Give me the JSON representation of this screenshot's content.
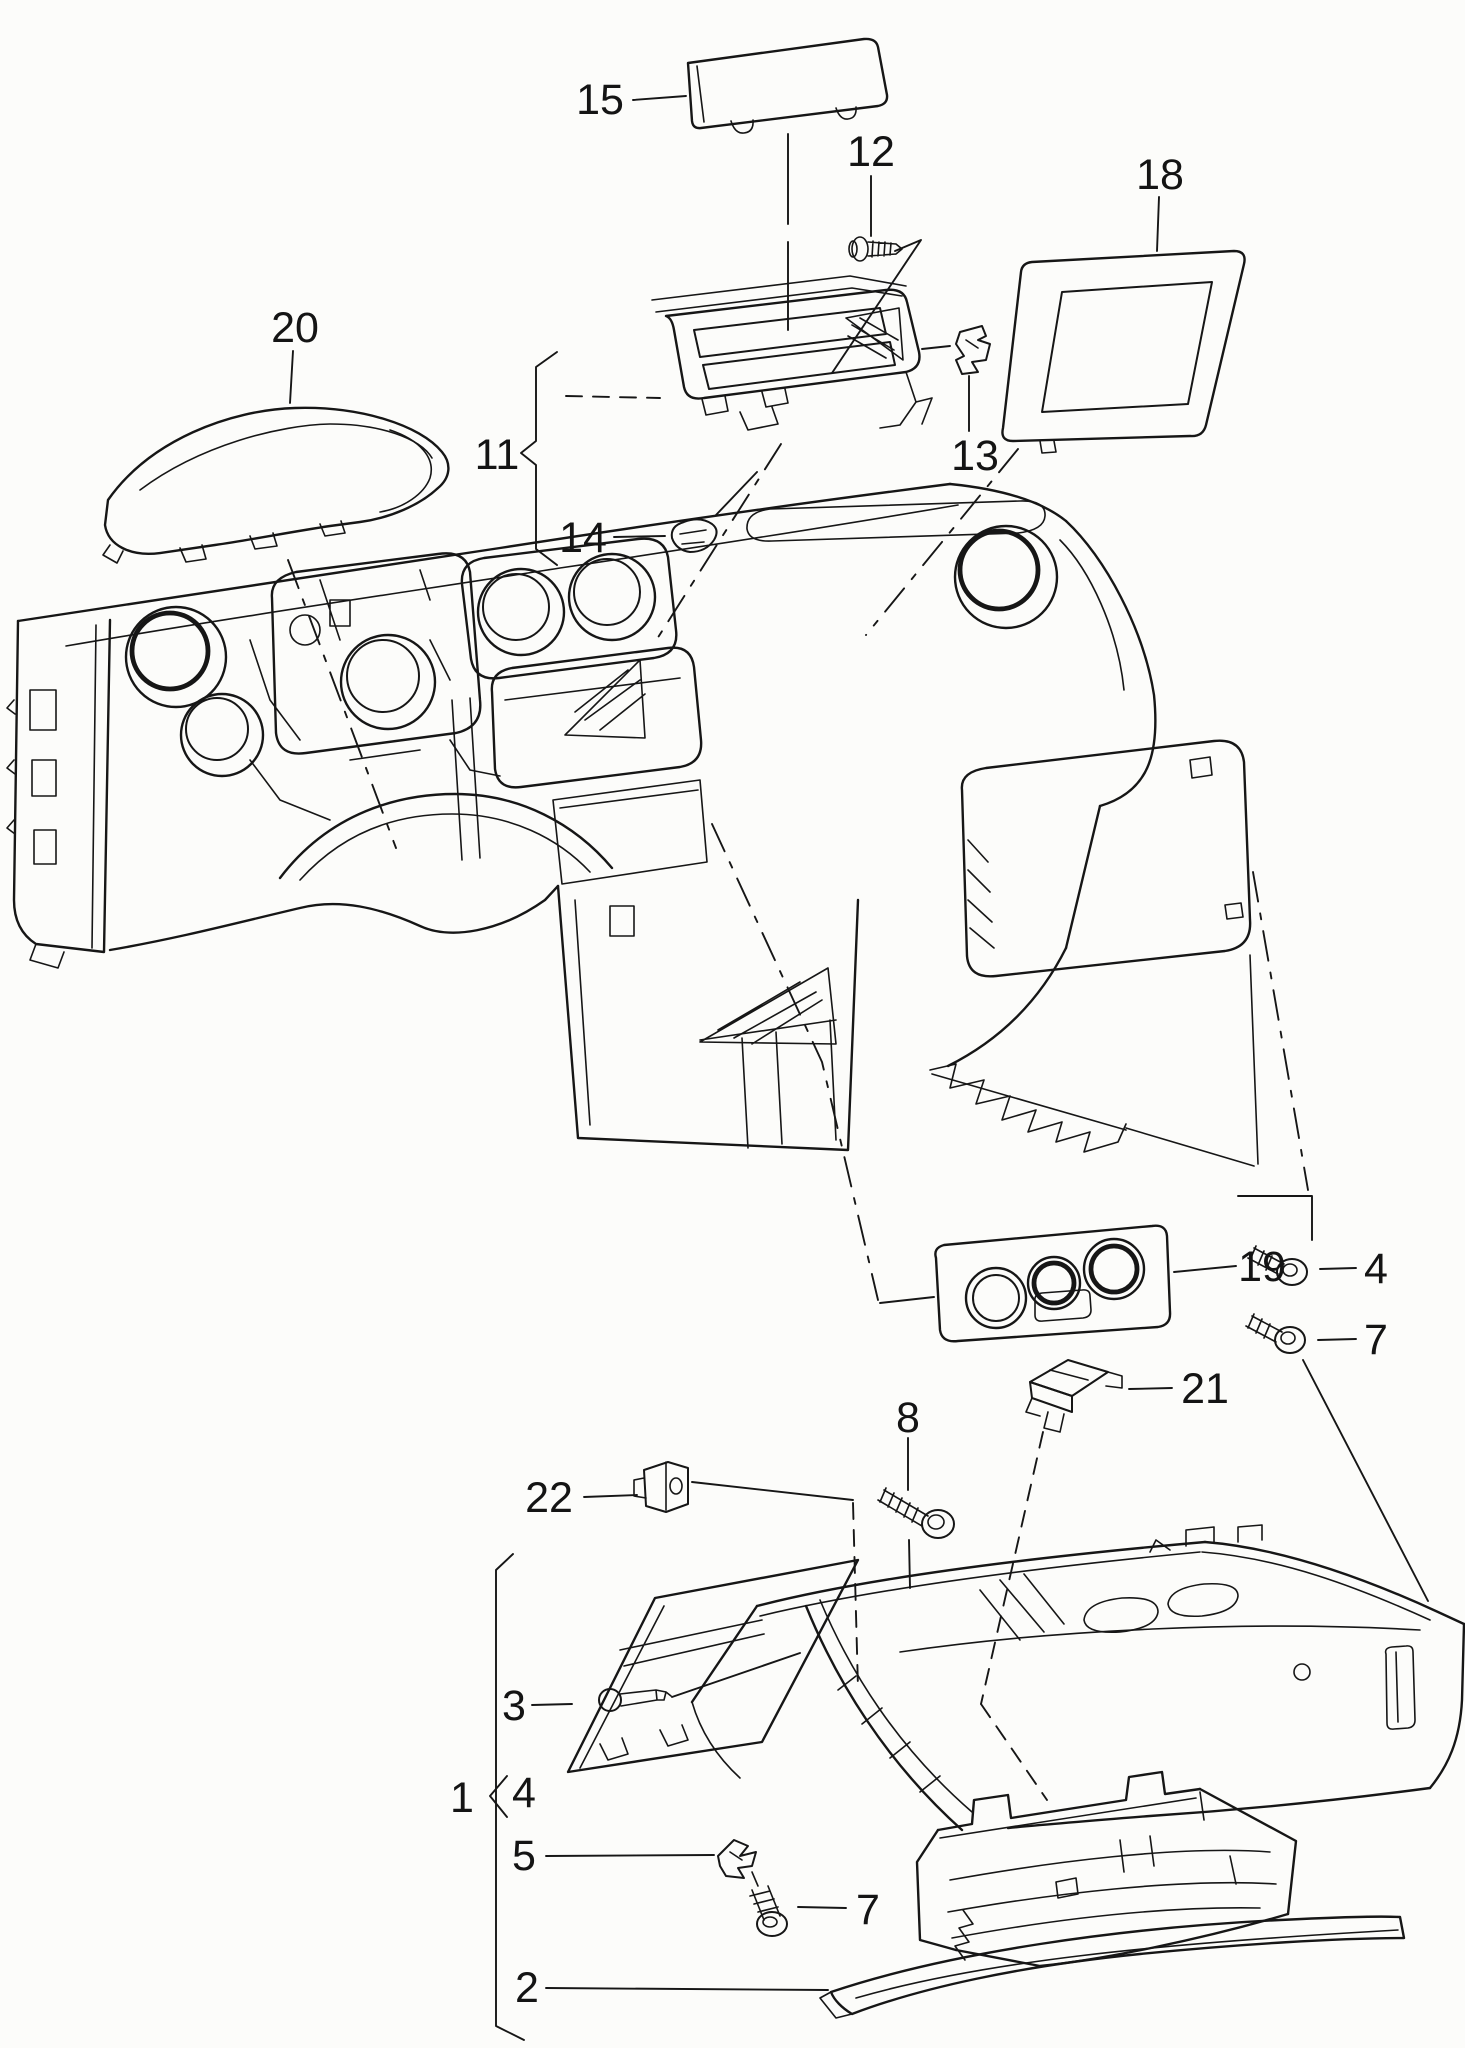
{
  "diagram": {
    "kind": "exploded parts line drawing",
    "background": "#fcfcfa",
    "line_color": "#161616",
    "callouts": [
      {
        "label": "15"
      },
      {
        "label": "12"
      },
      {
        "label": "18"
      },
      {
        "label": "20"
      },
      {
        "label": "11"
      },
      {
        "label": "14"
      },
      {
        "label": "13"
      },
      {
        "label": "19"
      },
      {
        "label": "21"
      },
      {
        "label": "8"
      },
      {
        "label": "22"
      },
      {
        "label": "3"
      },
      {
        "label": "4"
      },
      {
        "label": "7"
      },
      {
        "label": "1"
      },
      {
        "label": "4"
      },
      {
        "label": "5"
      },
      {
        "label": "7"
      },
      {
        "label": "2"
      }
    ]
  }
}
